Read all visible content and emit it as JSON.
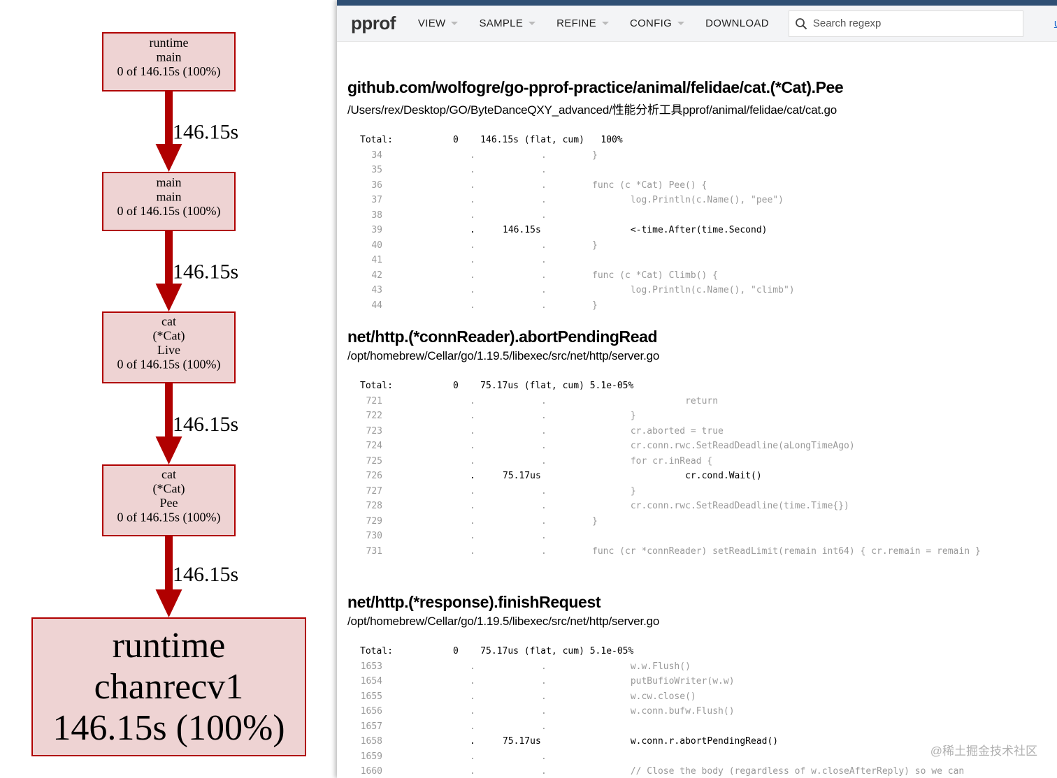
{
  "graph": {
    "nodes": [
      {
        "id": "runtime-main",
        "lines": [
          "runtime",
          "main",
          "0 of 146.15s (100%)"
        ]
      },
      {
        "id": "main-main",
        "lines": [
          "main",
          "main",
          "0 of 146.15s (100%)"
        ]
      },
      {
        "id": "cat-live",
        "lines": [
          "cat",
          "(*Cat)",
          "Live",
          "0 of 146.15s (100%)"
        ]
      },
      {
        "id": "cat-pee",
        "lines": [
          "cat",
          "(*Cat)",
          "Pee",
          "0 of 146.15s (100%)"
        ]
      },
      {
        "id": "runtime-chanrecv1",
        "lines": [
          "runtime",
          "chanrecv1",
          "146.15s (100%)"
        ]
      }
    ],
    "edges": [
      {
        "label": "146.15s"
      },
      {
        "label": "146.15s"
      },
      {
        "label": "146.15s"
      },
      {
        "label": "146.15s"
      }
    ],
    "colors": {
      "node_fill": "#eed3d3",
      "node_border": "#b00000",
      "edge": "#b00000"
    }
  },
  "toolbar": {
    "logo": "pprof",
    "menus": [
      "VIEW",
      "SAMPLE",
      "REFINE",
      "CONFIG",
      "DOWNLOAD"
    ],
    "search_placeholder": "Search regexp",
    "link_text": "unkn",
    "search_icon": "magnifier-icon"
  },
  "sections": [
    {
      "name": "github.com/wolfogre/go-pprof-practice/animal/felidae/cat.(*Cat).Pee",
      "file": "/Users/rex/Desktop/GO/ByteDanceQXY_advanced/性能分析工具pprof/animal/felidae/cat/cat.go",
      "total": "Total:           0    146.15s (flat, cum)   100%",
      "rows": [
        {
          "line": "34",
          "flat": ".",
          "cum": ".",
          "code": "}",
          "indent": 2
        },
        {
          "line": "35",
          "flat": ".",
          "cum": ".",
          "code": "",
          "indent": 2
        },
        {
          "line": "36",
          "flat": ".",
          "cum": ".",
          "code": "func (c *Cat) Pee() {",
          "indent": 2
        },
        {
          "line": "37",
          "flat": ".",
          "cum": ".",
          "code": "log.Println(c.Name(), \"pee\")",
          "indent": 3
        },
        {
          "line": "38",
          "flat": ".",
          "cum": ".",
          "code": "",
          "indent": 2
        },
        {
          "line": "39",
          "flat": ".",
          "cum": "146.15s",
          "code": "<-time.After(time.Second)",
          "indent": 3,
          "hot": true
        },
        {
          "line": "40",
          "flat": ".",
          "cum": ".",
          "code": "}",
          "indent": 2
        },
        {
          "line": "41",
          "flat": ".",
          "cum": ".",
          "code": "",
          "indent": 2
        },
        {
          "line": "42",
          "flat": ".",
          "cum": ".",
          "code": "func (c *Cat) Climb() {",
          "indent": 2
        },
        {
          "line": "43",
          "flat": ".",
          "cum": ".",
          "code": "log.Println(c.Name(), \"climb\")",
          "indent": 3
        },
        {
          "line": "44",
          "flat": ".",
          "cum": ".",
          "code": "}",
          "indent": 2
        }
      ]
    },
    {
      "name": "net/http.(*connReader).abortPendingRead",
      "file": "/opt/homebrew/Cellar/go/1.19.5/libexec/src/net/http/server.go",
      "total": "Total:           0    75.17us (flat, cum) 5.1e-05%",
      "rows": [
        {
          "line": "721",
          "flat": ".",
          "cum": ".",
          "code": "return",
          "indent": 4
        },
        {
          "line": "722",
          "flat": ".",
          "cum": ".",
          "code": "}",
          "indent": 3
        },
        {
          "line": "723",
          "flat": ".",
          "cum": ".",
          "code": "cr.aborted = true",
          "indent": 3
        },
        {
          "line": "724",
          "flat": ".",
          "cum": ".",
          "code": "cr.conn.rwc.SetReadDeadline(aLongTimeAgo)",
          "indent": 3
        },
        {
          "line": "725",
          "flat": ".",
          "cum": ".",
          "code": "for cr.inRead {",
          "indent": 3
        },
        {
          "line": "726",
          "flat": ".",
          "cum": "75.17us",
          "code": "cr.cond.Wait()",
          "indent": 4,
          "hot": true
        },
        {
          "line": "727",
          "flat": ".",
          "cum": ".",
          "code": "}",
          "indent": 3
        },
        {
          "line": "728",
          "flat": ".",
          "cum": ".",
          "code": "cr.conn.rwc.SetReadDeadline(time.Time{})",
          "indent": 3
        },
        {
          "line": "729",
          "flat": ".",
          "cum": ".",
          "code": "}",
          "indent": 2
        },
        {
          "line": "730",
          "flat": ".",
          "cum": ".",
          "code": "",
          "indent": 2
        },
        {
          "line": "731",
          "flat": ".",
          "cum": ".",
          "code": "func (cr *connReader) setReadLimit(remain int64) { cr.remain = remain }",
          "indent": 2
        }
      ]
    },
    {
      "name": "net/http.(*response).finishRequest",
      "file": "/opt/homebrew/Cellar/go/1.19.5/libexec/src/net/http/server.go",
      "total": "Total:           0    75.17us (flat, cum) 5.1e-05%",
      "rows": [
        {
          "line": "1653",
          "flat": ".",
          "cum": ".",
          "code": "w.w.Flush()",
          "indent": 3
        },
        {
          "line": "1654",
          "flat": ".",
          "cum": ".",
          "code": "putBufioWriter(w.w)",
          "indent": 3
        },
        {
          "line": "1655",
          "flat": ".",
          "cum": ".",
          "code": "w.cw.close()",
          "indent": 3
        },
        {
          "line": "1656",
          "flat": ".",
          "cum": ".",
          "code": "w.conn.bufw.Flush()",
          "indent": 3
        },
        {
          "line": "1657",
          "flat": ".",
          "cum": ".",
          "code": "",
          "indent": 3
        },
        {
          "line": "1658",
          "flat": ".",
          "cum": "75.17us",
          "code": "w.conn.r.abortPendingRead()",
          "indent": 3,
          "hot": true
        },
        {
          "line": "1659",
          "flat": ".",
          "cum": ".",
          "code": "",
          "indent": 3
        },
        {
          "line": "1660",
          "flat": ".",
          "cum": ".",
          "code": "// Close the body (regardless of w.closeAfterReply) so we can",
          "indent": 3
        }
      ]
    }
  ],
  "watermark": "@稀土掘金技术社区"
}
